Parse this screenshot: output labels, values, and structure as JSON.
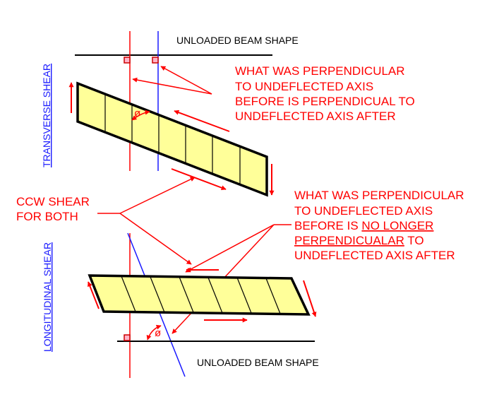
{
  "labels": {
    "unloaded_top": "UNLOADED BEAM SHAPE",
    "unloaded_bottom": "UNLOADED BEAM SHAPE",
    "transverse_shear": "TRANSVERSE SHEAR",
    "longitudinal_shear": "LONGITUDINAL SHEAR",
    "ccw_line1": "CCW SHEAR",
    "ccw_line2": "FOR BOTH",
    "phi_top": "ø",
    "phi_bottom": "ø"
  },
  "note_top": {
    "line1": "WHAT WAS PERPENDICULAR",
    "line2": "TO UNDEFLECTED AXIS",
    "line3": "BEFORE IS PERPENDICUAL TO",
    "line4": "UNDEFLECTED AXIS AFTER"
  },
  "note_bottom": {
    "line1": "WHAT WAS PERPENDICULAR",
    "line2": "TO UNDEFLECTED AXIS",
    "line3_prefix": "BEFORE IS ",
    "line3_underlined": "NO LONGER",
    "line4_underlined": "PERPENDICUALAR",
    "line4_suffix": " TO",
    "line5": "UNDEFLECTED AXIS AFTER"
  },
  "colors": {
    "beam_fill": "#ffff99",
    "annotation_red": "#ff0000",
    "deflected_blue": "#1a1aff",
    "outline": "#000000"
  }
}
